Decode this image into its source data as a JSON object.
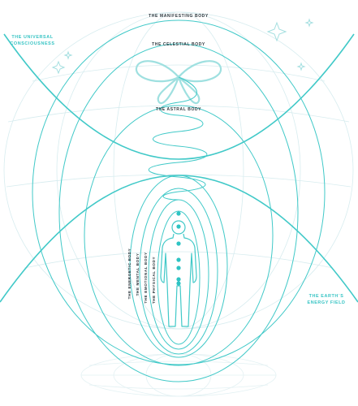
{
  "labels": {
    "manifesting_body": "THE MANIFESTING BODY",
    "celestial_body": "THE CELESTIAL BODY",
    "astral_body": "THE ASTRAL BODY",
    "universal_consciousness_line1": "THE UNIVERSAL",
    "universal_consciousness_line2": "CONSCIOUSNESS",
    "earth_energy_line1": "THE EARTH`S",
    "earth_energy_line2": "ENERGY FIELD",
    "energetic_body": "THE ENERGETIC BODY",
    "mental_body": "THE MENTAL BODY",
    "emotional_body": "THE EMOTIONAL BODY",
    "physical_body": "THE PHYSICAL BODY"
  },
  "colors": {
    "line": "#41c9c8",
    "line_light": "#9fe0e0",
    "faint": "#d7ecef",
    "chakra": "#2ec3c3",
    "label_accent": "#37c4c4",
    "label_dark": "#303a40"
  },
  "icons": [
    "sparkle-icon",
    "infinity-wings-icon",
    "human-figure-icon",
    "chakra-point-icon"
  ]
}
